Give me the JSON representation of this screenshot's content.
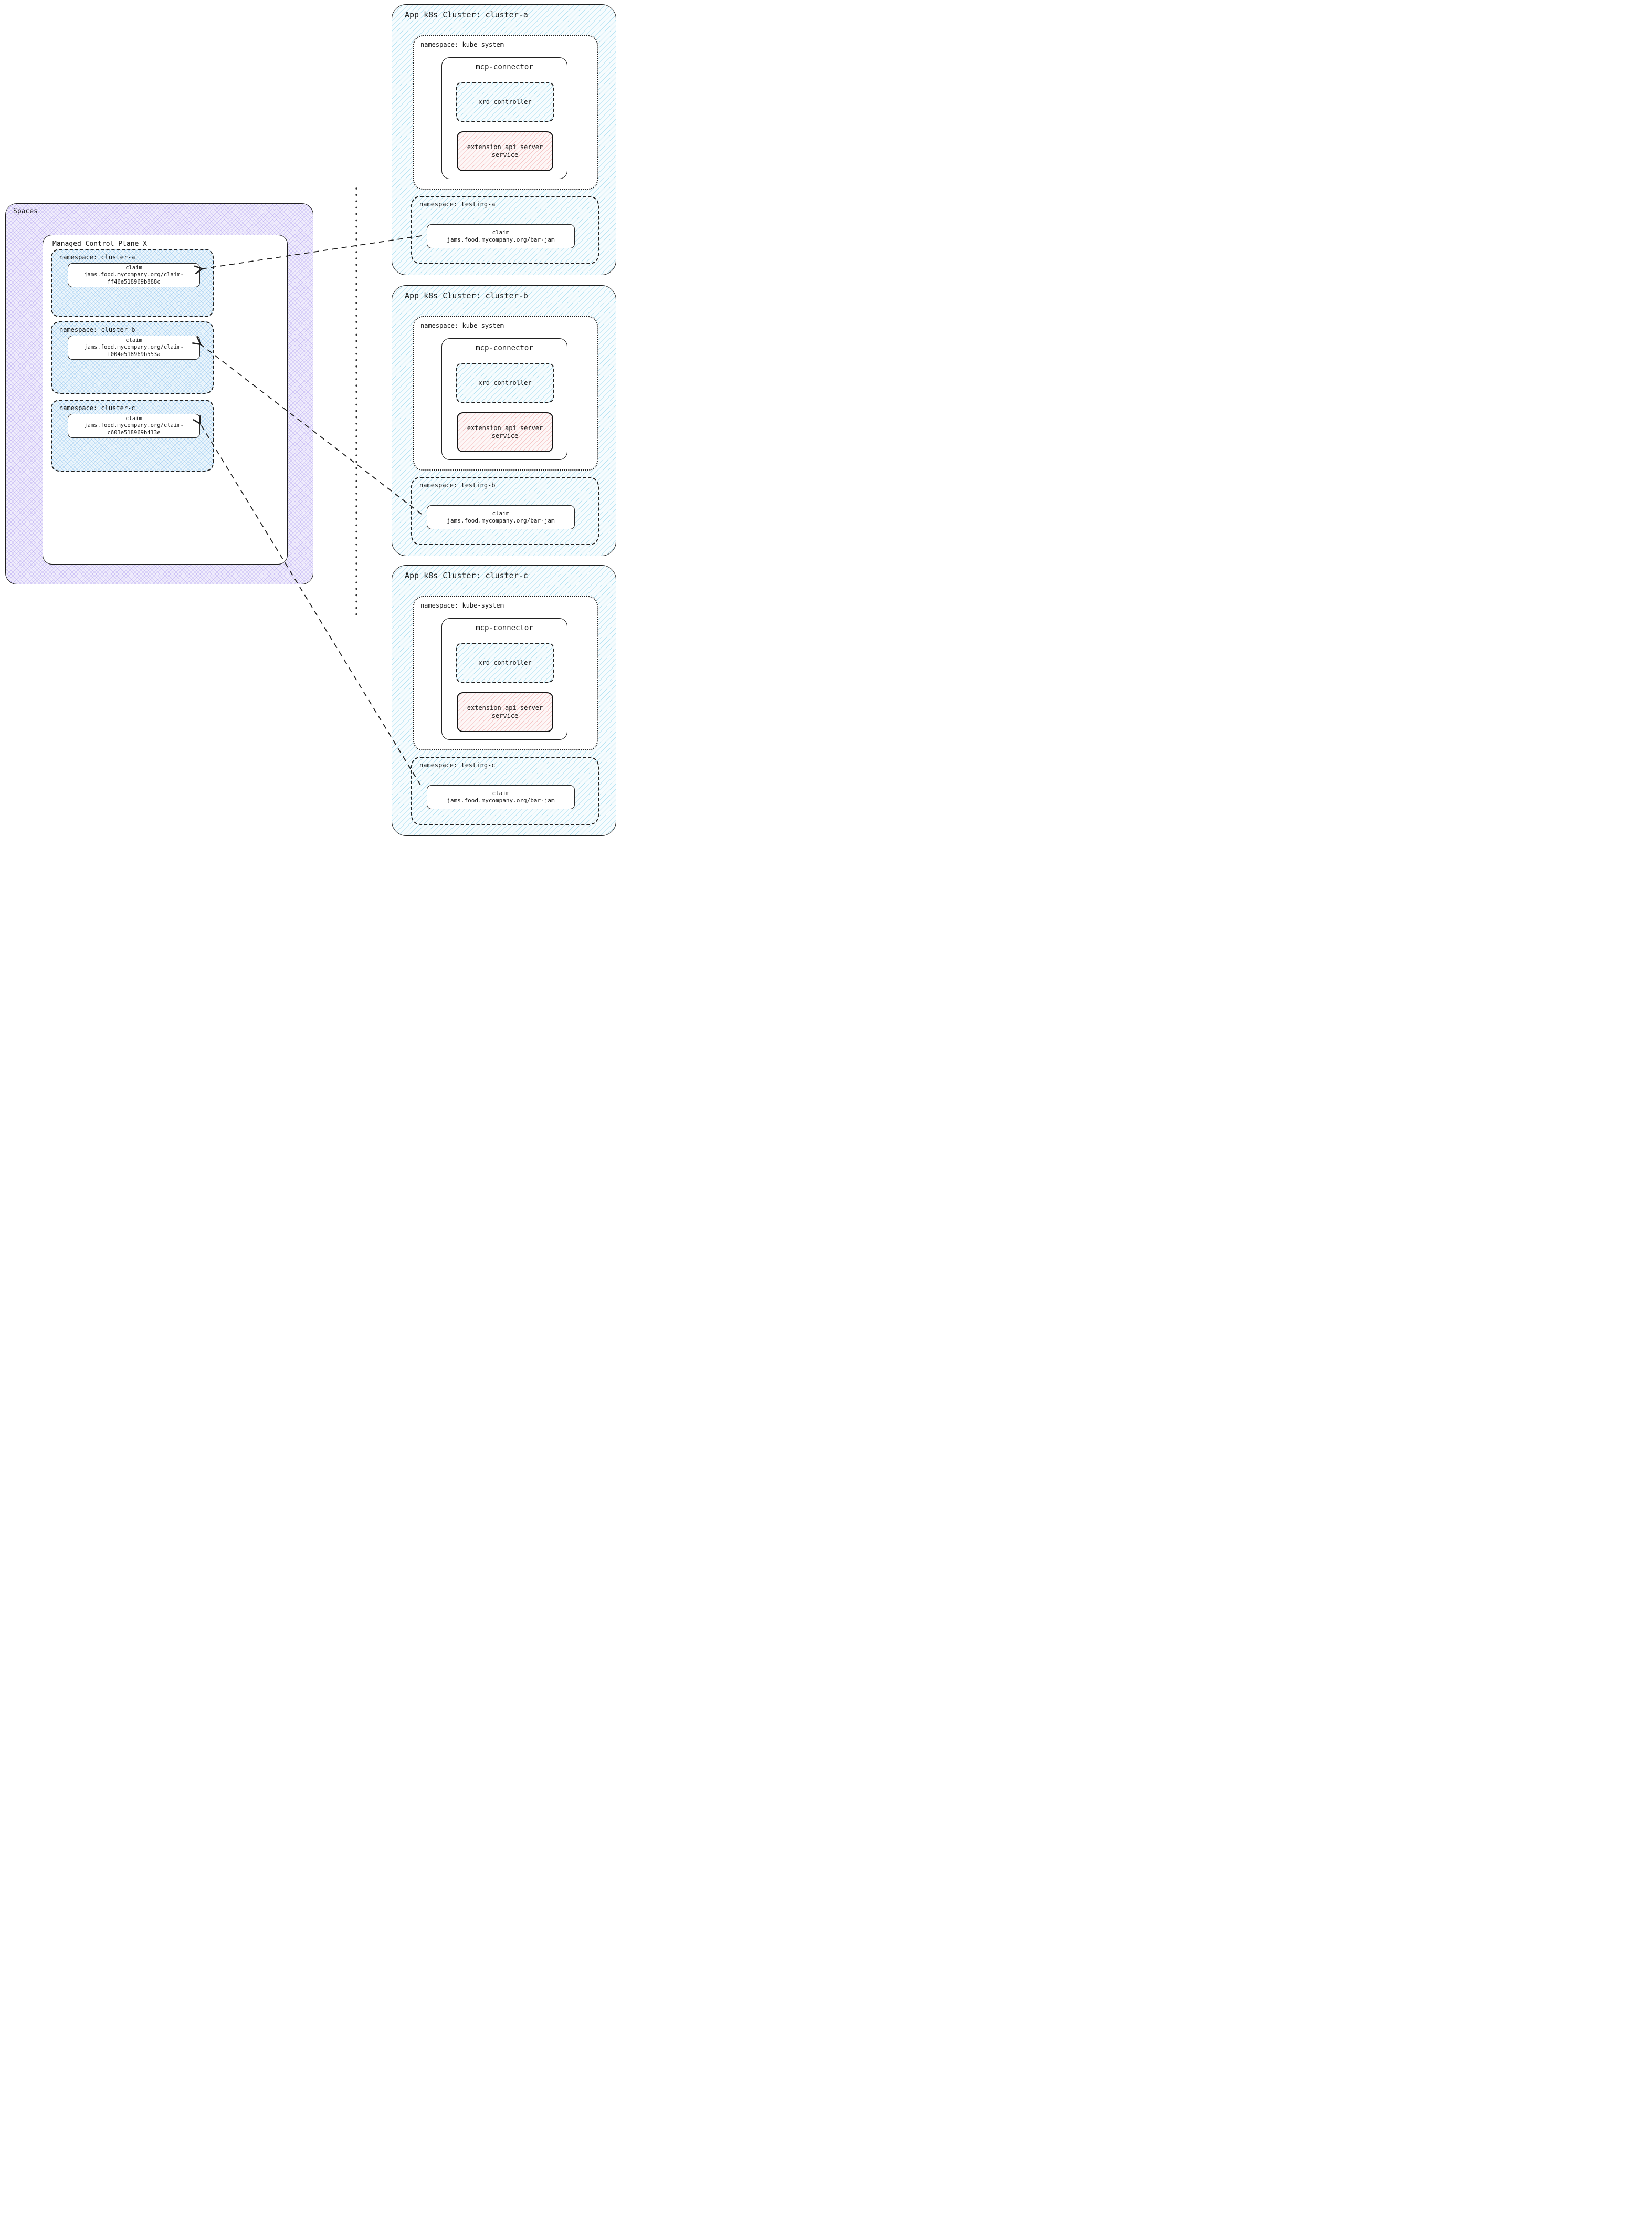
{
  "colors": {
    "ink": "#1f1f1f",
    "blue_hatch_line": "#6cc8e6",
    "pink_hatch_line": "#ee9696",
    "purple_hatch_line": "#8f78eb",
    "box_background": "#ffffff"
  },
  "spaces": {
    "title": "Spaces",
    "managed_control_plane": {
      "title": "Managed Control Plane X",
      "namespaces": [
        {
          "label": "namespace: cluster-a",
          "claim": {
            "title": "claim",
            "line1": "jams.food.mycompany.org/claim-",
            "line2": "ff46e518969b888c"
          }
        },
        {
          "label": "namespace: cluster-b",
          "claim": {
            "title": "claim",
            "line1": "jams.food.mycompany.org/claim-",
            "line2": "f004e518969b553a"
          }
        },
        {
          "label": "namespace: cluster-c",
          "claim": {
            "title": "claim",
            "line1": "jams.food.mycompany.org/claim-",
            "line2": "c603e518969b413e"
          }
        }
      ]
    }
  },
  "clusters": [
    {
      "title": "App k8s Cluster: cluster-a",
      "kube_namespace": {
        "label": "namespace: kube-system",
        "mcp_connector": {
          "title": "mcp-connector",
          "xrd_controller": "xrd-controller",
          "extension_service": {
            "line1": "extension api server",
            "line2": "service"
          }
        }
      },
      "testing_namespace": {
        "label": "namespace: testing-a",
        "claim": {
          "title": "claim",
          "text": "jams.food.mycompany.org/bar-jam"
        }
      }
    },
    {
      "title": "App k8s Cluster: cluster-b",
      "kube_namespace": {
        "label": "namespace: kube-system",
        "mcp_connector": {
          "title": "mcp-connector",
          "xrd_controller": "xrd-controller",
          "extension_service": {
            "line1": "extension api server",
            "line2": "service"
          }
        }
      },
      "testing_namespace": {
        "label": "namespace: testing-b",
        "claim": {
          "title": "claim",
          "text": "jams.food.mycompany.org/bar-jam"
        }
      }
    },
    {
      "title": "App k8s Cluster: cluster-c",
      "kube_namespace": {
        "label": "namespace: kube-system",
        "mcp_connector": {
          "title": "mcp-connector",
          "xrd_controller": "xrd-controller",
          "extension_service": {
            "line1": "extension api server",
            "line2": "service"
          }
        }
      },
      "testing_namespace": {
        "label": "namespace: testing-c",
        "claim": {
          "title": "claim",
          "text": "jams.food.mycompany.org/bar-jam"
        }
      }
    }
  ]
}
